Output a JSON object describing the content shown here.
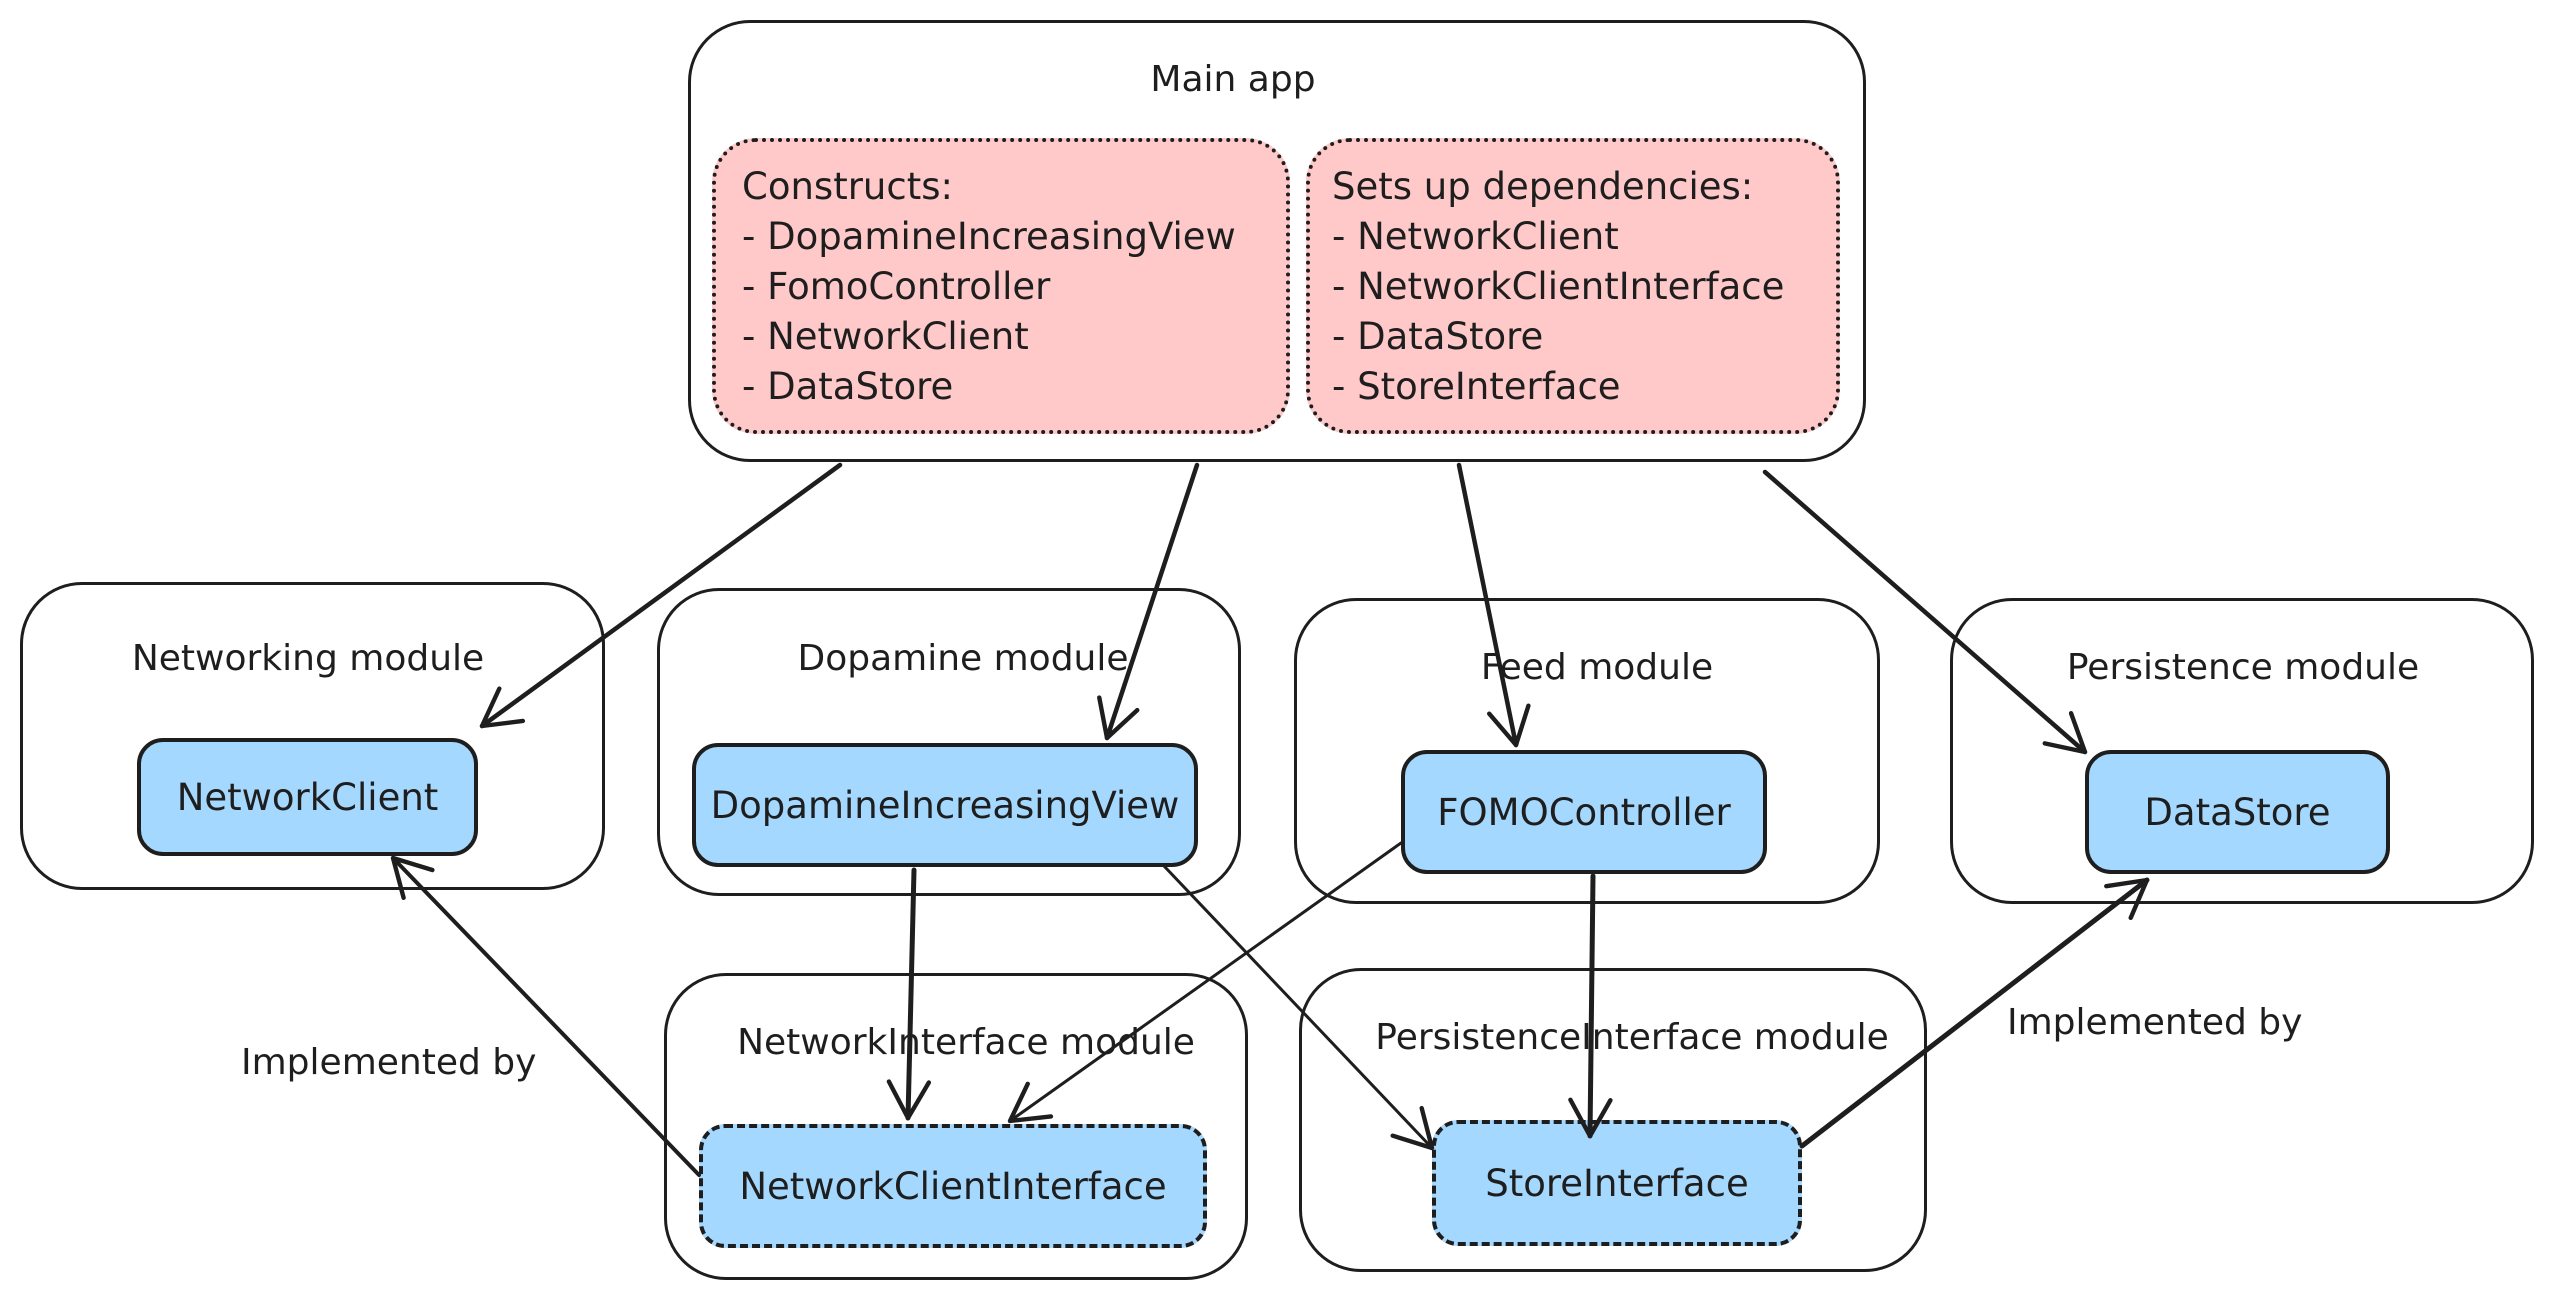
{
  "main_app": {
    "title": "Main app",
    "constructs": {
      "heading": "Constructs:",
      "items": [
        "- DopamineIncreasingView",
        "- FomoController",
        "- NetworkClient",
        "- DataStore"
      ]
    },
    "dependencies": {
      "heading": "Sets up dependencies:",
      "items": [
        "- NetworkClient",
        "- NetworkClientInterface",
        "- DataStore",
        "- StoreInterface"
      ]
    }
  },
  "modules": {
    "networking": {
      "title": "Networking module",
      "component": "NetworkClient"
    },
    "dopamine": {
      "title": "Dopamine module",
      "component": "DopamineIncreasingView"
    },
    "feed": {
      "title": "Feed module",
      "component": "FOMOController"
    },
    "persistence": {
      "title": "Persistence module",
      "component": "DataStore"
    },
    "network_interface": {
      "title": "NetworkInterface module",
      "component": "NetworkClientInterface"
    },
    "persistence_interface": {
      "title": "PersistenceInterface module",
      "component": "StoreInterface"
    }
  },
  "edge_labels": {
    "left": "Implemented by",
    "right": "Implemented by"
  },
  "colors": {
    "stroke": "#1e1e1e",
    "pink_fill": "#ffc9c9",
    "blue_fill": "#a5d8ff"
  }
}
